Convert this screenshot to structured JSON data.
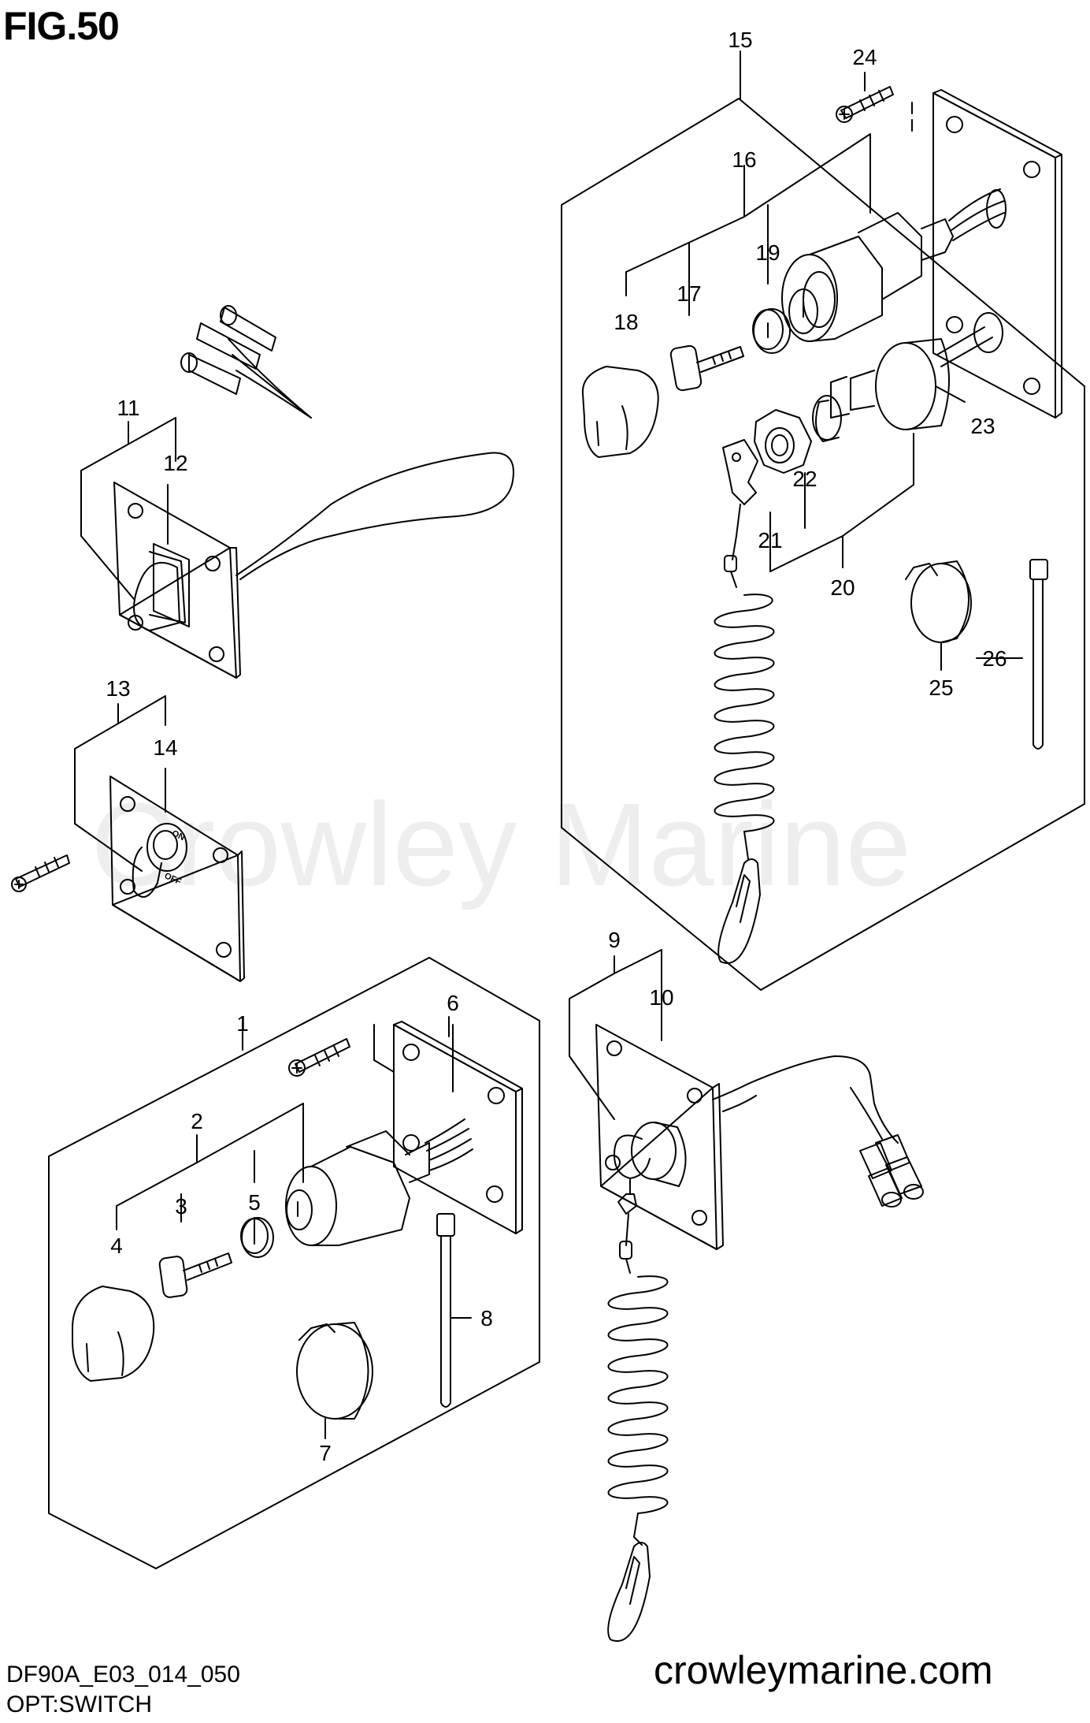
{
  "figure": {
    "title": "FIG.50",
    "drawing_code": "DF90A_E03_014_050",
    "caption": "OPT:SWITCH",
    "website": "crowleymarine.com",
    "watermark": "Crowley Marine"
  },
  "callouts": [
    {
      "id": "c1",
      "text": "1"
    },
    {
      "id": "c2",
      "text": "2"
    },
    {
      "id": "c3",
      "text": "3"
    },
    {
      "id": "c4",
      "text": "4"
    },
    {
      "id": "c5",
      "text": "5"
    },
    {
      "id": "c6",
      "text": "6"
    },
    {
      "id": "c7",
      "text": "7"
    },
    {
      "id": "c8",
      "text": "8"
    },
    {
      "id": "c9",
      "text": "9"
    },
    {
      "id": "c10",
      "text": "10"
    },
    {
      "id": "c11",
      "text": "11"
    },
    {
      "id": "c12",
      "text": "12"
    },
    {
      "id": "c13",
      "text": "13"
    },
    {
      "id": "c14",
      "text": "14"
    },
    {
      "id": "c15",
      "text": "15"
    },
    {
      "id": "c16",
      "text": "16"
    },
    {
      "id": "c17",
      "text": "17"
    },
    {
      "id": "c18",
      "text": "18"
    },
    {
      "id": "c19",
      "text": "19"
    },
    {
      "id": "c20",
      "text": "20"
    },
    {
      "id": "c21",
      "text": "21"
    },
    {
      "id": "c22",
      "text": "22"
    },
    {
      "id": "c23",
      "text": "23"
    },
    {
      "id": "c24",
      "text": "24"
    },
    {
      "id": "c25",
      "text": "25"
    },
    {
      "id": "c26",
      "text": "26"
    }
  ],
  "switch_marks": {
    "on": "ON",
    "off": "OFF"
  },
  "colors": {
    "line": "#000000",
    "background": "#ffffff"
  }
}
